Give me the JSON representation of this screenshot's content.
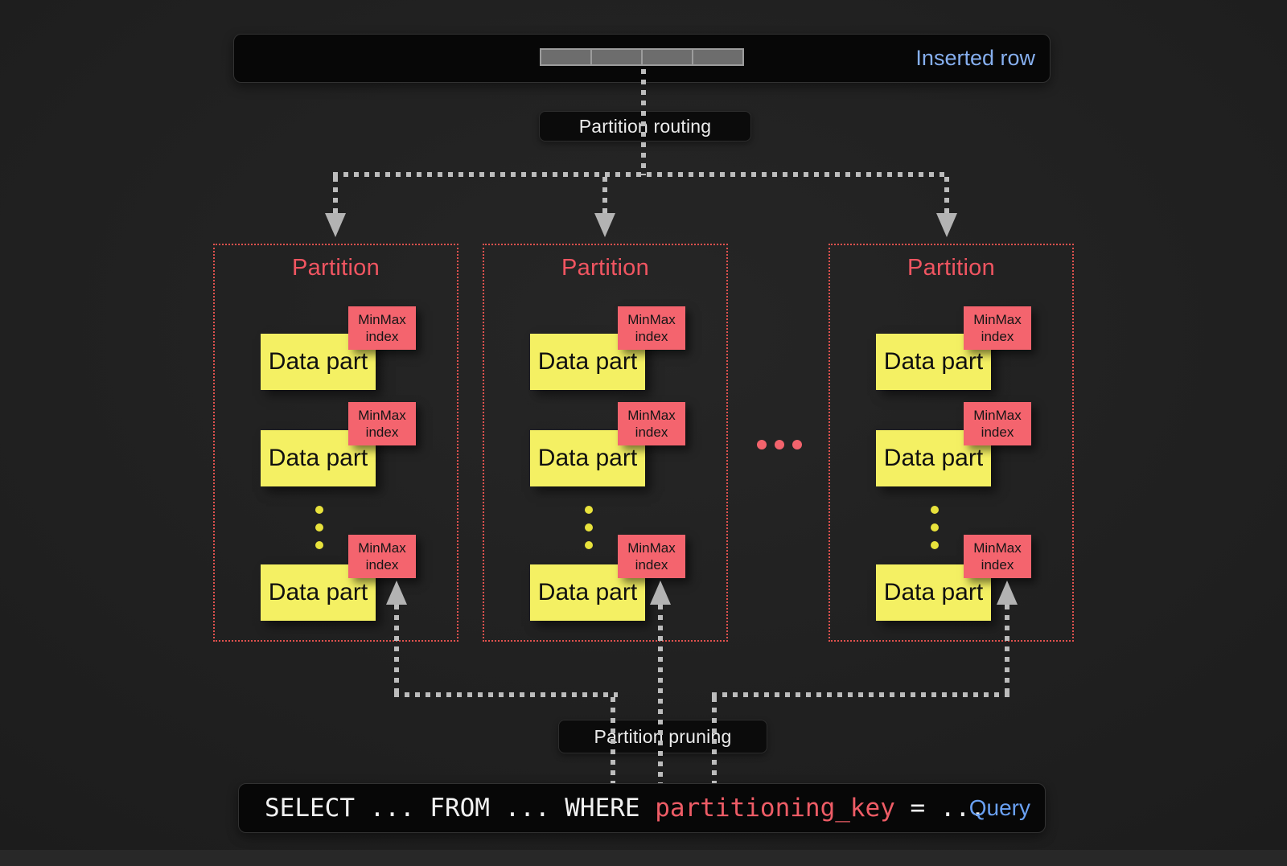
{
  "palette": {
    "background": "#1d1d1d",
    "box_fill": "#070707",
    "accent_blue": "#86afef",
    "query_blue": "#6aa1f4",
    "partition_red": "#f05561",
    "border_red": "#e0514e",
    "minmax_red": "#f4646e",
    "code_key_red": "#ee5c66",
    "yellow": "#f4f063",
    "arrow_gray": "#bcbcbc",
    "cell_gray": "#6d6d6d"
  },
  "inserted_row": {
    "label": "Inserted row",
    "cell_count": 4
  },
  "flow": {
    "routing_label": "Partition routing",
    "pruning_label": "Partition pruning"
  },
  "partitions": [
    {
      "title": "Partition",
      "parts": [
        {
          "name": "Data part",
          "index": "MinMax index"
        },
        {
          "name": "Data part",
          "index": "MinMax index"
        },
        {
          "name": "Data part",
          "index": "MinMax index"
        }
      ]
    },
    {
      "title": "Partition",
      "parts": [
        {
          "name": "Data part",
          "index": "MinMax index"
        },
        {
          "name": "Data part",
          "index": "MinMax index"
        },
        {
          "name": "Data part",
          "index": "MinMax index"
        }
      ]
    },
    {
      "title": "Partition",
      "parts": [
        {
          "name": "Data part",
          "index": "MinMax index"
        },
        {
          "name": "Data part",
          "index": "MinMax index"
        },
        {
          "name": "Data part",
          "index": "MinMax index"
        }
      ]
    }
  ],
  "query": {
    "select_clause": "SELECT ... FROM ... WHERE ",
    "key": "partitioning_key",
    "suffix": " = ...",
    "label": "Query"
  }
}
